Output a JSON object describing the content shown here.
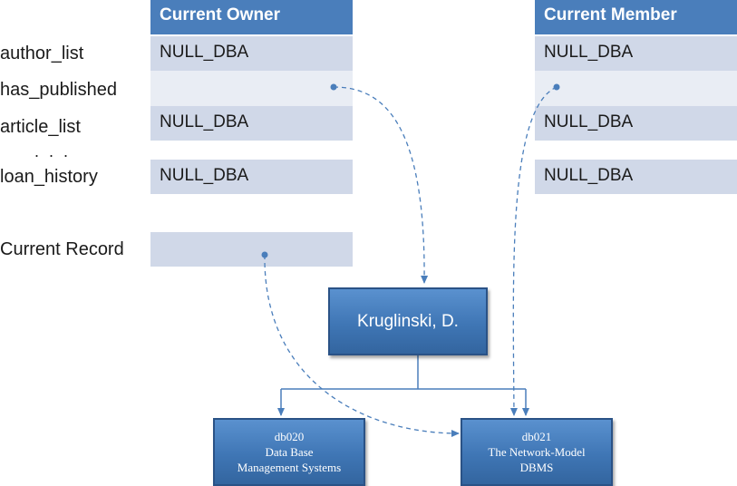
{
  "rows": {
    "author_list": "author_list",
    "has_published": "has_published",
    "article_list": "article_list",
    "ellipsis": ". . .",
    "loan_history": "loan_history",
    "current_record": "Current Record"
  },
  "owner": {
    "header": "Current Owner",
    "author_list": "NULL_DBA",
    "has_published": "",
    "article_list": "NULL_DBA",
    "loan_history": "NULL_DBA"
  },
  "member": {
    "header": "Current Member",
    "author_list": "NULL_DBA",
    "has_published": "",
    "article_list": "NULL_DBA",
    "loan_history": "NULL_DBA"
  },
  "nodes": {
    "owner_record": "Kruglinski, D.",
    "db020": {
      "id": "db020",
      "title_line1": "Data Base",
      "title_line2": "Management Systems"
    },
    "db021": {
      "id": "db021",
      "title_line1": "The Network-Model",
      "title_line2": "DBMS"
    }
  },
  "colors": {
    "header": "#4a7ebb",
    "cell_dark": "#d0d8e8",
    "cell_light": "#e9edf4",
    "node": "#4a7ebb",
    "connector": "#4a7ebb"
  }
}
